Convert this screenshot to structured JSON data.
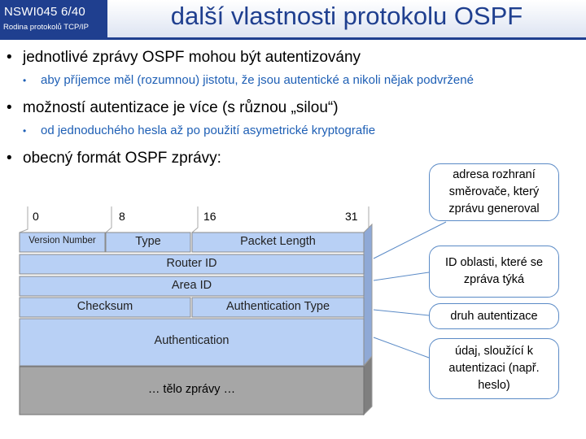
{
  "header": {
    "course": "NSWI045   6/40",
    "subtitle": "Rodina protokolů TCP/IP",
    "title": "další vlastnosti protokolu OSPF"
  },
  "bullets": [
    {
      "level": 1,
      "text": "jednotlivé zprávy OSPF mohou být autentizovány"
    },
    {
      "level": 2,
      "text": "aby příjemce měl (rozumnou) jistotu, že jsou autentické a nikoli nějak podvržené"
    },
    {
      "level": 1,
      "text": "možností autentizace je více (s různou „silou“)"
    },
    {
      "level": 2,
      "text": "od jednoduchého hesla až po použití asymetrické kryptografie"
    },
    {
      "level": 1,
      "text": "obecný formát OSPF zprávy:"
    }
  ],
  "bit_labels": [
    "0",
    "8",
    "16",
    "31"
  ],
  "fields": {
    "version": "Version Number",
    "type": "Type",
    "packet_length": "Packet Length",
    "router_id": "Router ID",
    "area_id": "Area ID",
    "checksum": "Checksum",
    "auth_type": "Authentication Type",
    "authentication": "Authentication",
    "body": "… tělo  zprávy …"
  },
  "callouts": {
    "router": "adresa rozhraní\nsměrovače, který\nzprávu  generoval",
    "area": "ID oblasti, které se\nzpráva týká",
    "auth_type": "druh  autentizace",
    "auth_data": "údaj,  sloužící k\nautentizaci (např.\nheslo)"
  },
  "colors": {
    "header_blue": "#1f3f8f",
    "field_fill": "#b8d0f5",
    "body_fill": "#a6a6a6",
    "bullet_blue": "#1e5fb5",
    "callout_border": "#5a8ac6"
  }
}
